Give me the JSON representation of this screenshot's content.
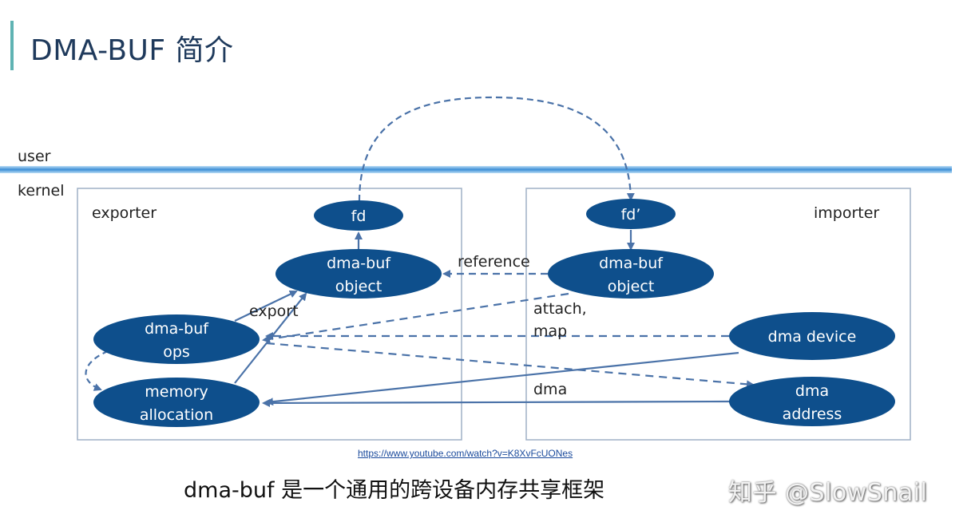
{
  "title": "DMA-BUF 简介",
  "layers": {
    "user": "user",
    "kernel": "kernel"
  },
  "exporter": {
    "label": "exporter",
    "fd": "fd",
    "object": [
      "dma-buf",
      "object"
    ],
    "ops": [
      "dma-buf",
      "ops"
    ],
    "memory": [
      "memory",
      "allocation"
    ]
  },
  "importer": {
    "label": "importer",
    "fd": "fd’",
    "object": [
      "dma-buf",
      "object"
    ],
    "device": "dma device",
    "address": [
      "dma",
      "address"
    ]
  },
  "edge_labels": {
    "reference": "reference",
    "export": "export",
    "attach": [
      "attach,",
      "map"
    ],
    "dma": "dma"
  },
  "colors": {
    "node_fill": "#0e4f8c",
    "node_text": "#ffffff",
    "line": "#4a72a8",
    "box": "#9fb0c6",
    "divider": "#5aa9e6"
  },
  "source_link": "https://www.youtube.com/watch?v=K8XvFcUONes",
  "caption": "dma-buf 是一个通用的跨设备内存共享框架",
  "watermark": "知乎 @SlowSnail"
}
